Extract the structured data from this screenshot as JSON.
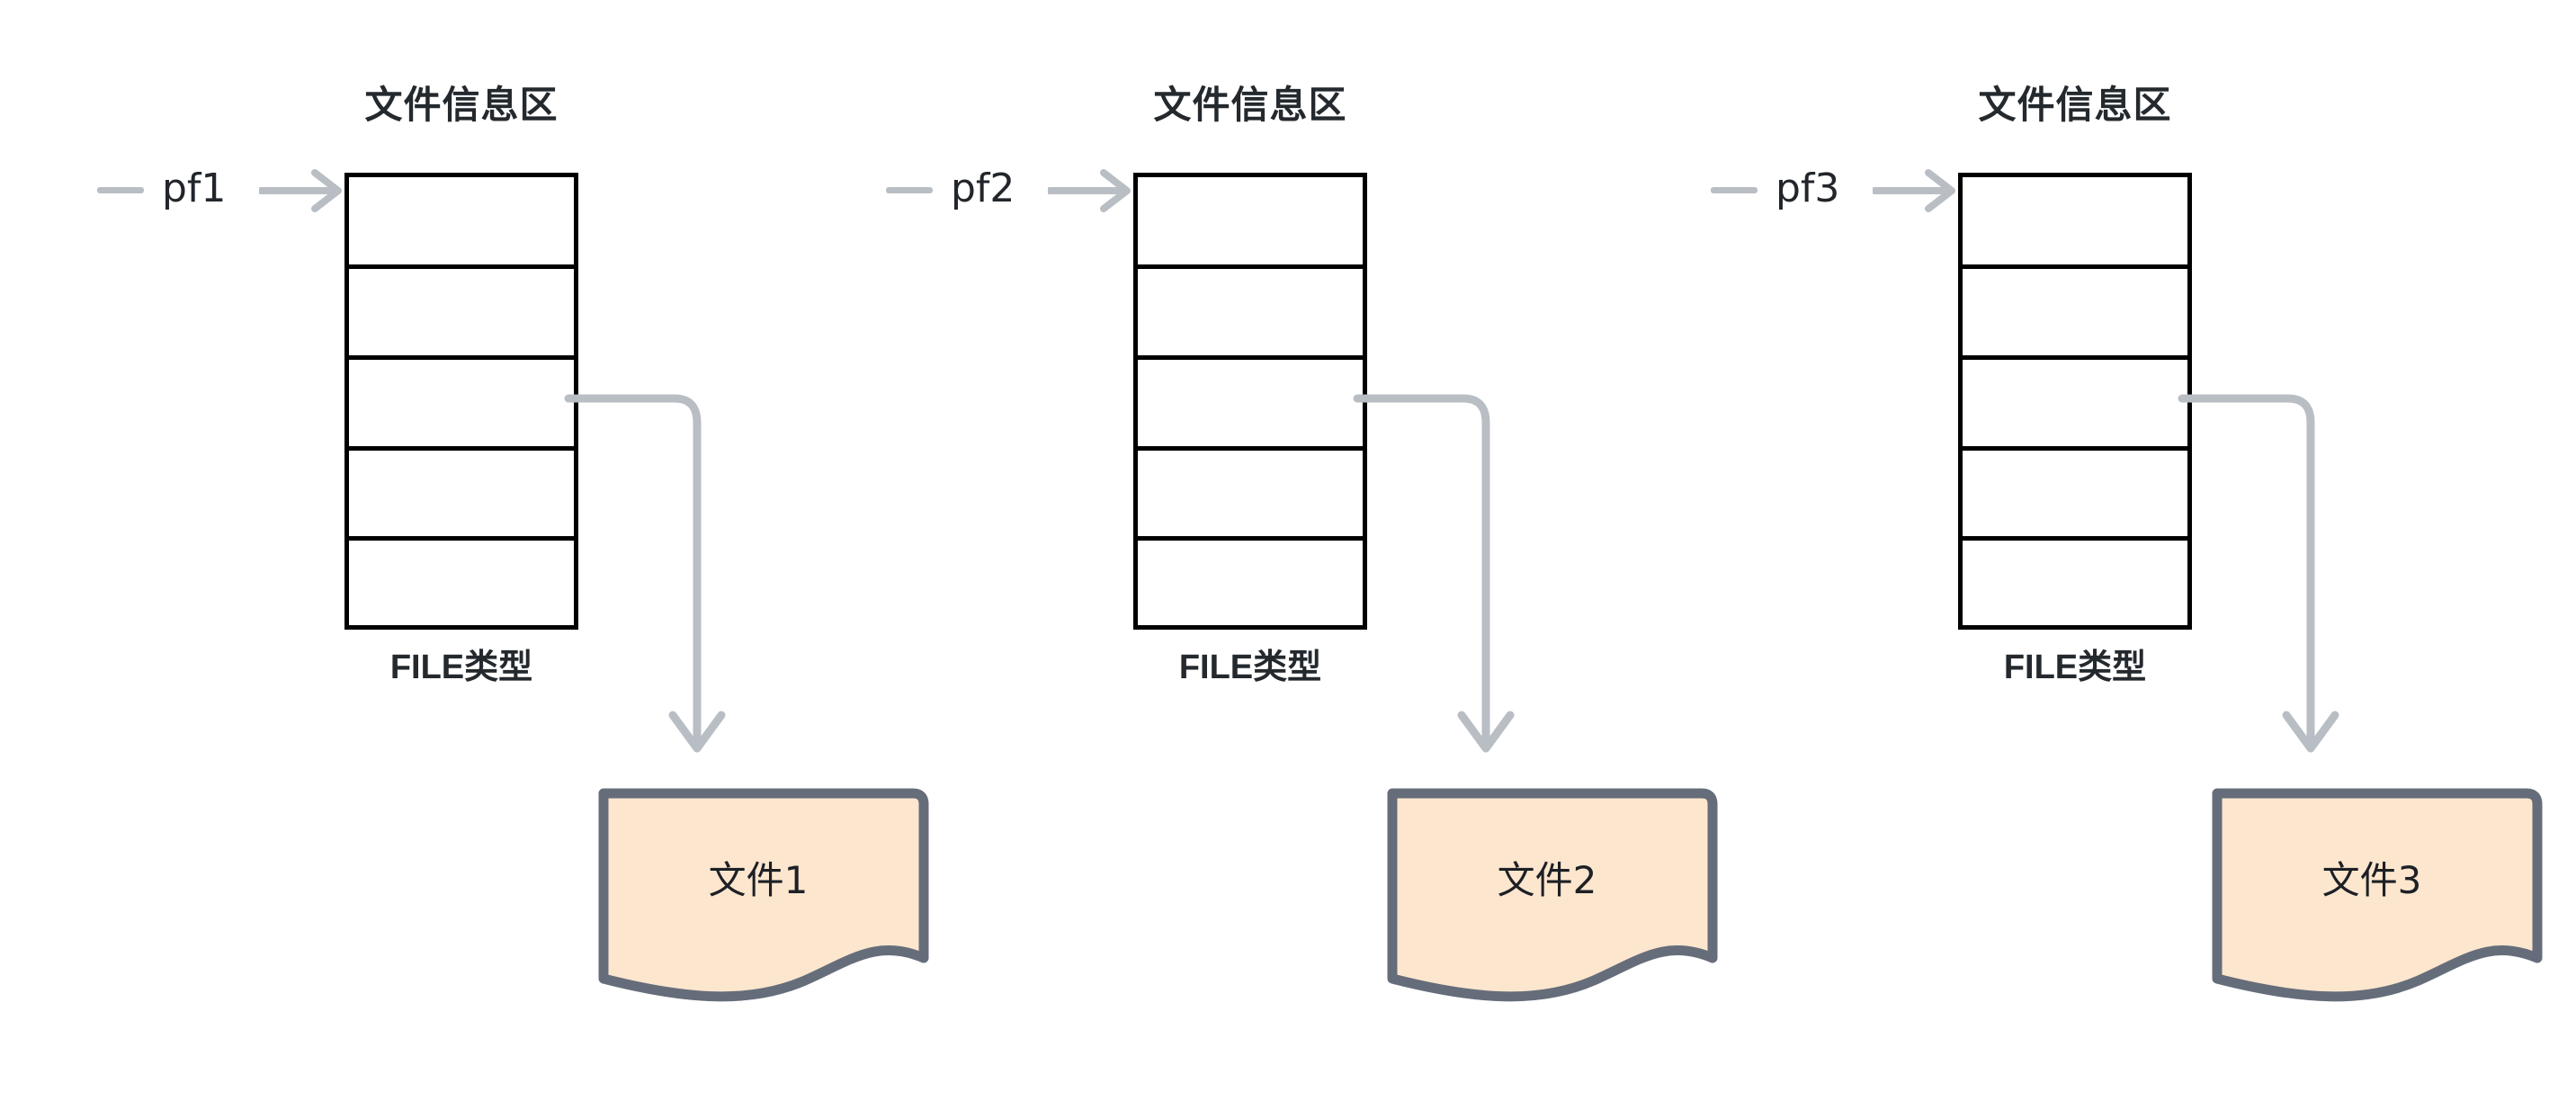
{
  "diagram": {
    "title": "FILE pointers to files diagram",
    "colors": {
      "table_border": "#000000",
      "arrow_gray": "#b9bec4",
      "doc_fill": "#fce6ce",
      "doc_border": "#666d7a",
      "text_dark": "#24292e"
    }
  },
  "groups": [
    {
      "area_title": "文件信息区",
      "pointer_label": "pf1",
      "type_caption": "FILE类型",
      "rows": [
        "",
        "",
        "",
        "",
        ""
      ],
      "document_label": "文件1"
    },
    {
      "area_title": "文件信息区",
      "pointer_label": "pf2",
      "type_caption": "FILE类型",
      "rows": [
        "",
        "",
        "",
        "",
        ""
      ],
      "document_label": "文件2"
    },
    {
      "area_title": "文件信息区",
      "pointer_label": "pf3",
      "type_caption": "FILE类型",
      "rows": [
        "",
        "",
        "",
        "",
        ""
      ],
      "document_label": "文件3"
    }
  ]
}
